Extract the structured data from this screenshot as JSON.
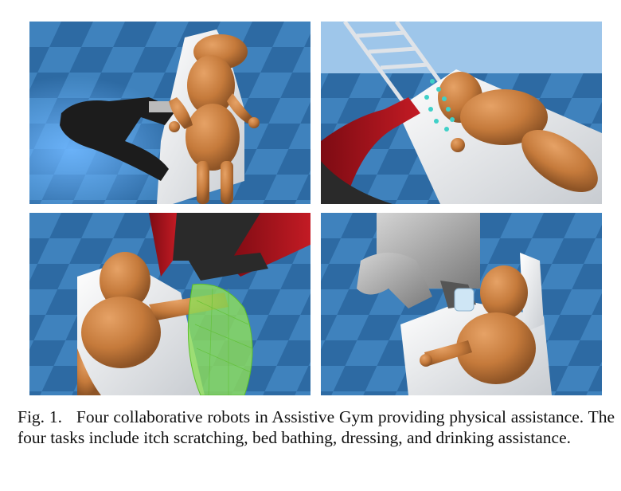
{
  "figure": {
    "panels": [
      {
        "task": "itch scratching"
      },
      {
        "task": "bed bathing"
      },
      {
        "task": "dressing"
      },
      {
        "task": "drinking assistance"
      }
    ],
    "caption": {
      "label": "Fig. 1.",
      "text": "Four collaborative robots in Assistive Gym providing physical assistance. The four tasks include itch scratching, bed bathing, dressing, and drinking assistance."
    }
  }
}
